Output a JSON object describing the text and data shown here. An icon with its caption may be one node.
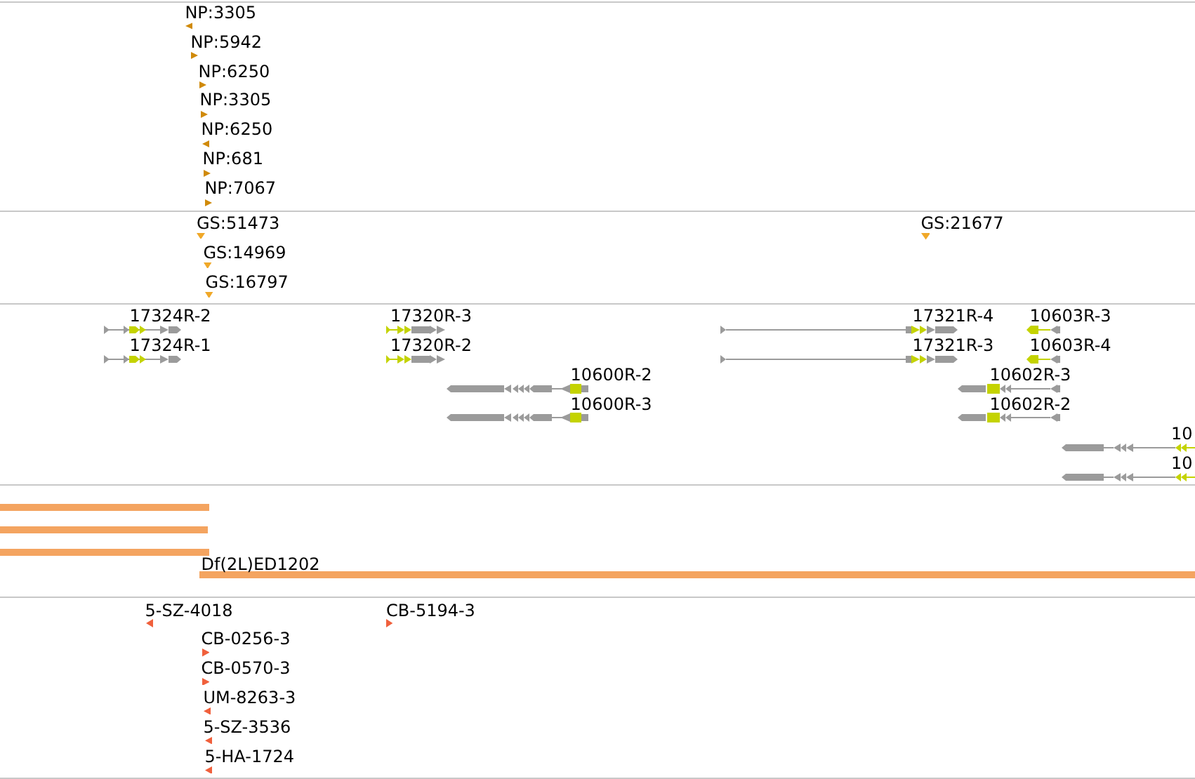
{
  "diagram": {
    "labels": [
      "NP:3305",
      "NP:5942",
      "NP:6250",
      "NP:3305",
      "NP:6250",
      "NP:681",
      "NP:7067",
      "GS:51473",
      "GS:21677",
      "GS:14969",
      "GS:16797",
      "17324R-2",
      "17320R-3",
      "17321R-4",
      "10603R-3",
      "17324R-1",
      "17320R-2",
      "17321R-3",
      "10603R-4",
      "10600R-2",
      "10602R-3",
      "10600R-3",
      "10602R-2",
      "10",
      "10",
      "Df(2L)ED1202",
      "5-SZ-4018",
      "CB-5194-3",
      "CB-0256-3",
      "CB-0570-3",
      "UM-8263-3",
      "5-SZ-3536",
      "5-HA-1724"
    ]
  }
}
